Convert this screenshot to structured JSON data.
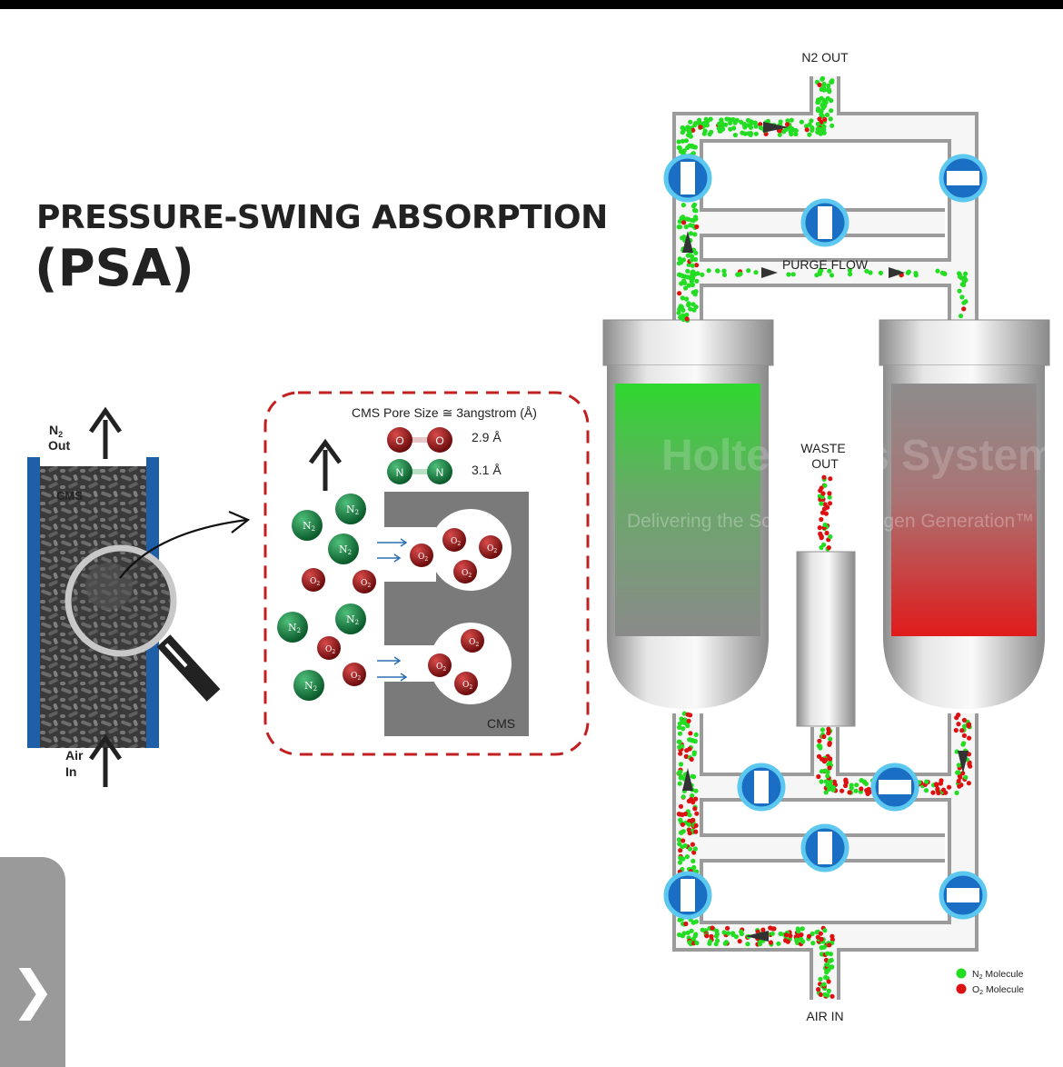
{
  "title": {
    "line1": "PRESSURE-SWING ABSORPTION",
    "line2": "(PSA)"
  },
  "cms_column": {
    "n2_out": [
      "N",
      "2",
      " Out"
    ],
    "cms_label": "CMS",
    "air_in": [
      "Air",
      "In"
    ]
  },
  "pore_detail": {
    "heading": "CMS Pore Size ≅ 3angstrom (Å)",
    "o2_size": "2.9 Å",
    "n2_size": "3.1 Å",
    "o2_atom": "O",
    "n2_atom": "N",
    "cms_label": "CMS",
    "n2_mol": "N",
    "o2_mol": "O",
    "subscript": "2"
  },
  "system": {
    "n2_out": "N2 OUT",
    "purge_flow": "PURGE FLOW",
    "waste_out": [
      "WASTE",
      "OUT"
    ],
    "air_in": "AIR IN",
    "watermark": [
      "Holtec Gas Systems",
      "Delivering the Science of Nitrogen Generation™"
    ]
  },
  "legend": {
    "n2": [
      "N",
      "2",
      " Molecule"
    ],
    "o2": [
      "O",
      "2",
      " Molecule"
    ]
  },
  "colors": {
    "n2_green": "#22dd22",
    "o2_red": "#dd1111",
    "valve_blue": "#1a6fc4",
    "valve_ring": "#5cc8f0"
  },
  "nav": {
    "next_icon": "❯"
  }
}
